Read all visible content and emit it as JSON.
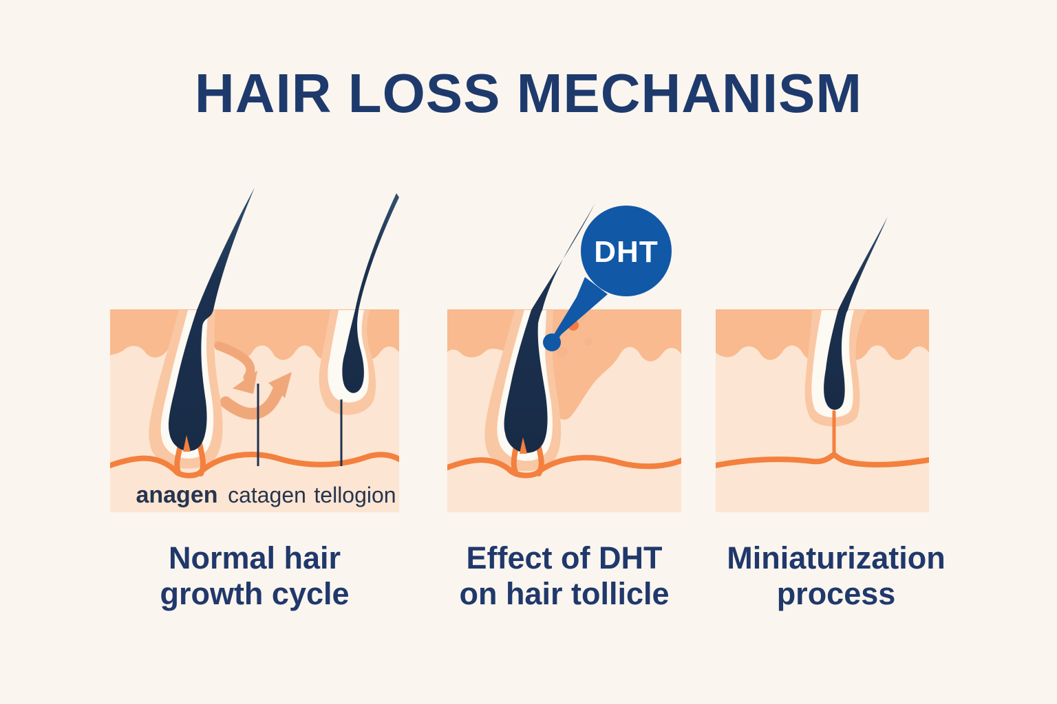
{
  "title": "HAIR LOSS MECHANISM",
  "colors": {
    "background": "#faf5ee",
    "title_navy": "#1e3a6d",
    "caption_navy": "#20386b",
    "hair_navy": "#182c47",
    "epidermis_peach": "#f8ba8e",
    "dermis_peach": "#fce5d2",
    "follicle_sheath": "#f9c7a3",
    "vessel_orange": "#f3803e",
    "arrow_orange": "#f0a87a",
    "dht_blue": "#1158a7",
    "dht_text": "#ffffff"
  },
  "panels": [
    {
      "id": "normal-growth",
      "caption_line1": "Normal hair",
      "caption_line2": "growth cycle",
      "stage_labels": [
        "anagen",
        "catagen",
        "tellogion"
      ]
    },
    {
      "id": "dht-effect",
      "caption_line1": "Effect of DHT",
      "caption_line2": "on hair tollicle",
      "badge": "DHT"
    },
    {
      "id": "miniaturization",
      "caption_line1": "Miniaturization",
      "caption_line2": "process"
    }
  ]
}
